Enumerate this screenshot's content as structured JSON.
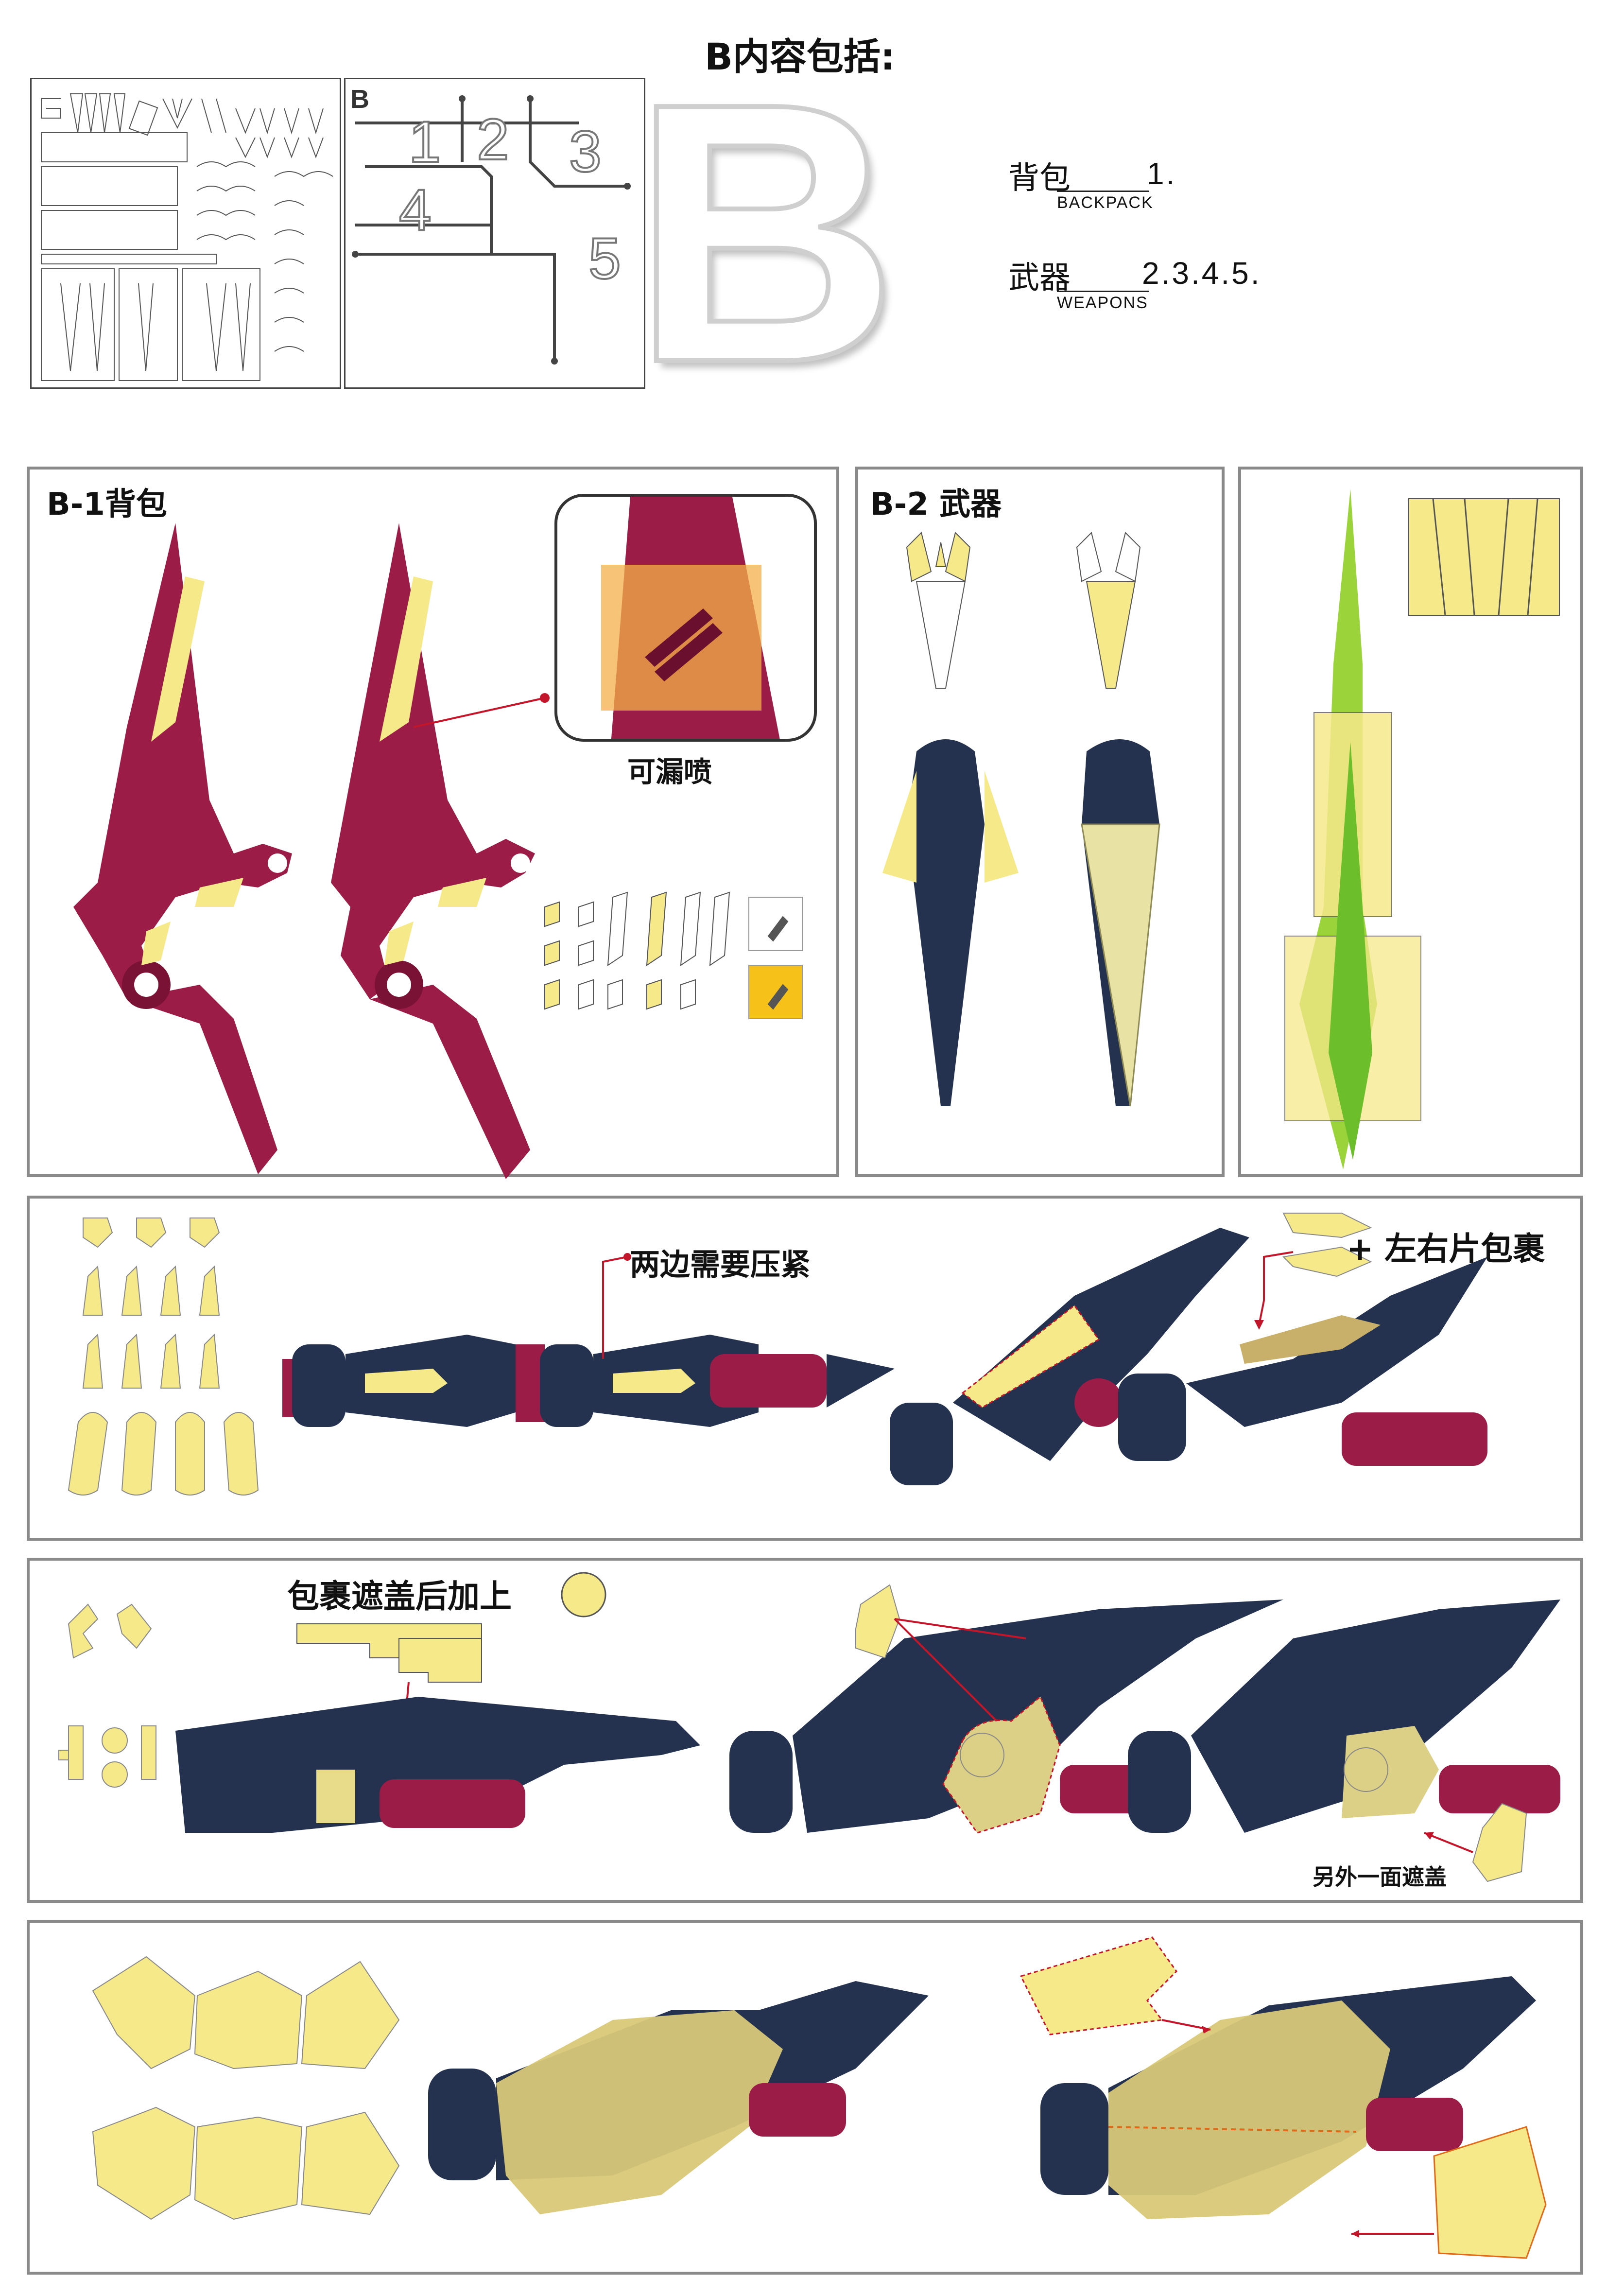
{
  "header": {
    "title": "B内容包括:",
    "big_letter": "B"
  },
  "sheet_preview": {
    "tag": "B",
    "numbers": [
      "1",
      "2",
      "3",
      "4",
      "5"
    ]
  },
  "legend": [
    {
      "cn": "背包",
      "en": "BACKPACK",
      "value": "1."
    },
    {
      "cn": "武器",
      "en": "WEAPONS",
      "value": "2.3.4.5."
    }
  ],
  "sections": {
    "b1": {
      "label": "B-1背包",
      "callout": "可漏喷"
    },
    "b2": {
      "label": "B-2 武器"
    },
    "row3": {
      "note_press": "两边需要压紧",
      "note_wrap": "+ 左右片包裹"
    },
    "row4": {
      "note_cover": "包裹遮盖后加上",
      "note_other_side": "另外一面遮盖"
    }
  },
  "colors": {
    "maroon": "#9b1c46",
    "navy": "#24324f",
    "mask_yellow": "#f6e98a",
    "panel_border": "#8a8a8a",
    "lime": "#9bd33a",
    "red_line": "#c4162a"
  }
}
